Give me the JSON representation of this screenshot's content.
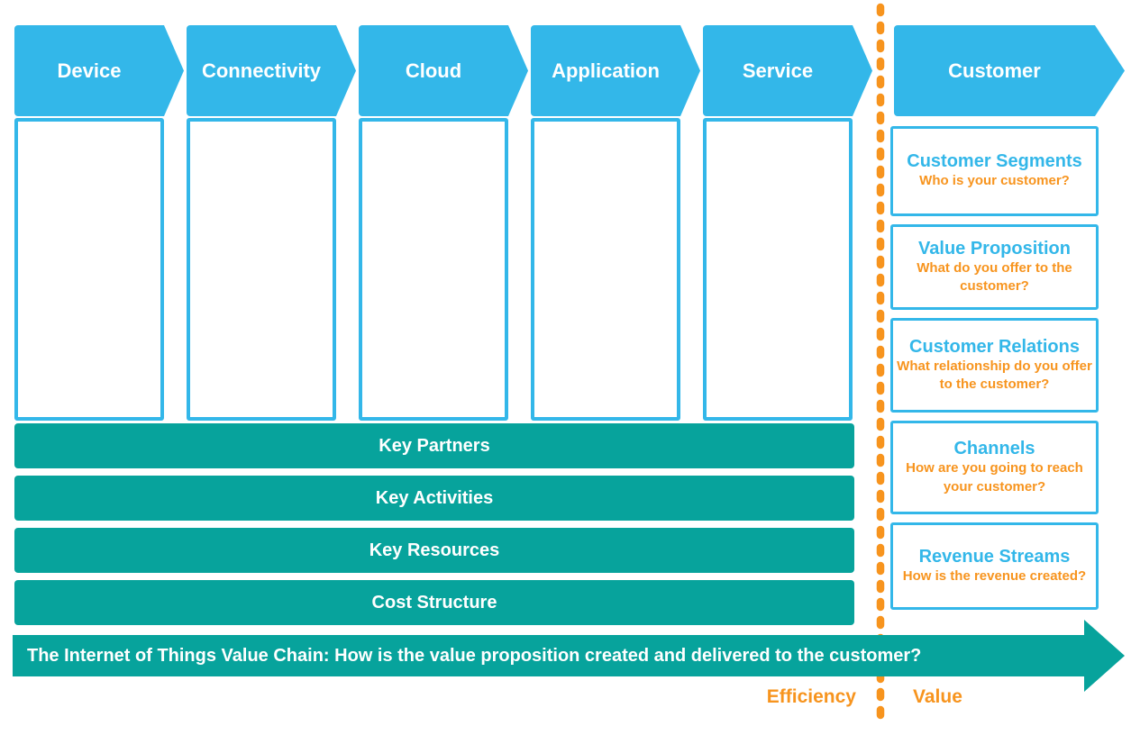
{
  "diagram_title": "The Internet of Things Value Chain",
  "colors": {
    "blue": "#33b7e9",
    "teal": "#07a39c",
    "orange": "#f7941e",
    "white": "#ffffff"
  },
  "value_chain": {
    "stages": [
      {
        "label": "Device"
      },
      {
        "label": "Connectivity"
      },
      {
        "label": "Cloud"
      },
      {
        "label": "Application"
      },
      {
        "label": "Service"
      }
    ],
    "bars": [
      {
        "label": "Key Partners"
      },
      {
        "label": "Key Activities"
      },
      {
        "label": "Key Resources"
      },
      {
        "label": "Cost Structure"
      }
    ],
    "bottom_arrow_label": "The Internet of Things Value Chain: How is the value proposition created and delivered to the customer?"
  },
  "customer_column": {
    "header": "Customer",
    "boxes": [
      {
        "title": "Customer Segments",
        "subtitle": "Who is your customer?"
      },
      {
        "title": "Value Proposition",
        "subtitle": "What do you offer to the customer?"
      },
      {
        "title": "Customer Relations",
        "subtitle": "What relationship do you offer to the customer?"
      },
      {
        "title": "Channels",
        "subtitle": "How are you going to reach your customer?"
      },
      {
        "title": "Revenue Streams",
        "subtitle": "How is the revenue created?"
      }
    ]
  },
  "axis_labels": {
    "efficiency": "Efficiency",
    "value": "Value"
  }
}
